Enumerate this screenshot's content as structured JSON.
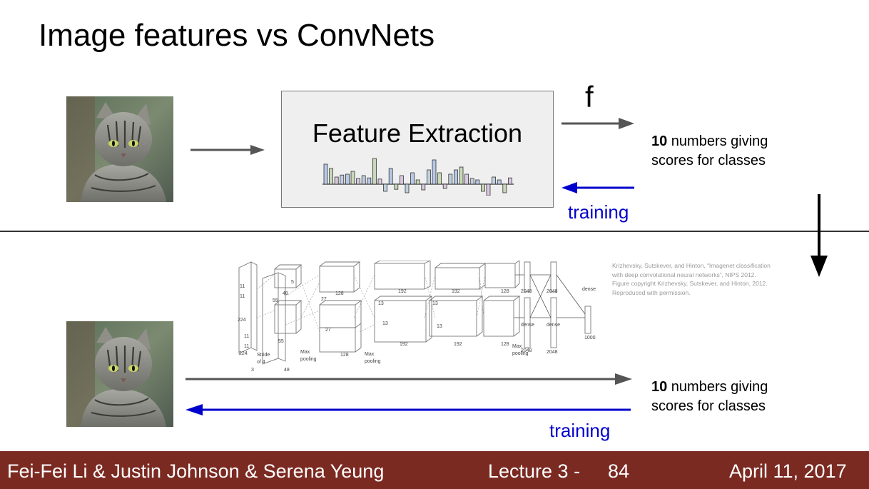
{
  "slide": {
    "title": "Image features vs ConvNets"
  },
  "top": {
    "box_label": "Feature Extraction",
    "function_label": "f",
    "output_bold": "10",
    "output_line1": " numbers giving",
    "output_line2": "scores for classes",
    "training_label": "training"
  },
  "bottom": {
    "output_bold": "10",
    "output_line1": " numbers giving",
    "output_line2": "scores for classes",
    "training_label": "training",
    "citation_line1": "Krizhevsky, Sutskever, and Hinton, “Imagenet classification",
    "citation_line2": "with deep convolutional neural networks”, NIPS 2012.",
    "citation_line3": "Figure copyright Krizhevsky, Sutskever, and Hinton, 2012.",
    "citation_line4": "Reproduced with permission."
  },
  "network": {
    "label_224": "224",
    "label_224b": "224",
    "label_11": "11",
    "label_11b": "11",
    "label_stride": "Stride",
    "label_of4": "of 4",
    "label_3": "3",
    "label_55": "55",
    "label_55b": "55",
    "label_48": "48",
    "label_48b": "48",
    "label_5": "5",
    "label_27": "27",
    "label_128": "128",
    "label_128b": "128",
    "label_maxpool1": "Max",
    "label_pooling1": "pooling",
    "label_maxpool2": "Max",
    "label_pooling2": "pooling",
    "label_13": "13",
    "label_192": "192",
    "label_192b": "192",
    "label_192c": "192",
    "label_192d": "192",
    "label_128c": "128",
    "label_128d": "128",
    "label_maxpool3": "Max",
    "label_pooling3": "pooling",
    "label_dense1": "dense",
    "label_dense2": "dense",
    "label_dense3": "dense",
    "label_2048a": "2048",
    "label_2048b": "2048",
    "label_2048c": "2048",
    "label_2048d": "2048",
    "label_1000": "1000"
  },
  "footer": {
    "authors": "Fei-Fei Li & Justin Johnson & Serena Yeung",
    "lecture": "Lecture 3 -",
    "page": "84",
    "date": "April 11, 2017"
  },
  "colors": {
    "accent_blue": "#0000cc",
    "footer_bg": "#7b2a22",
    "arrow_gray": "#555555"
  },
  "feature_histogram": {
    "values": [
      0.7,
      0.55,
      0.25,
      0.32,
      0.35,
      0.45,
      0.2,
      0.3,
      0.22,
      0.9,
      0.18,
      -0.25,
      0.55,
      -0.18,
      0.3,
      -0.3,
      0.4,
      0.15,
      -0.2,
      0.5,
      0.85,
      0.4,
      -0.15,
      0.35,
      0.5,
      0.6,
      0.35,
      0.2,
      0.15,
      -0.25,
      -0.4,
      0.25,
      0.15,
      -0.3,
      0.22
    ]
  }
}
